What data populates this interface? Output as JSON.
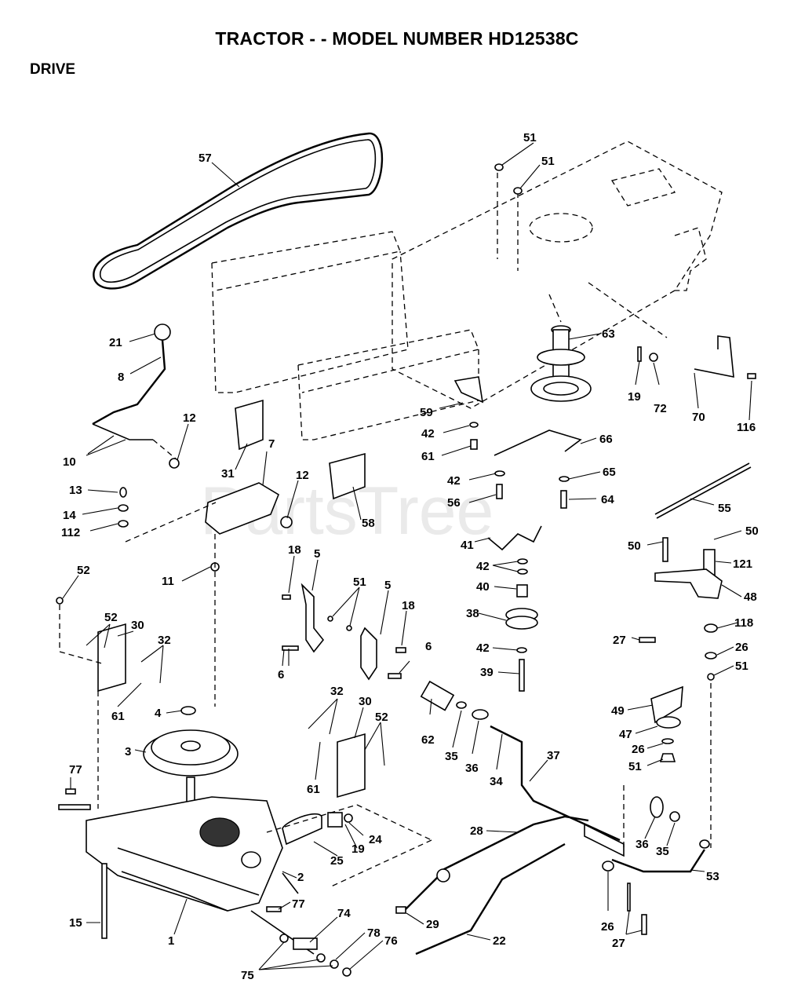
{
  "title": "TRACTOR - - MODEL NUMBER HD12538C",
  "section": "DRIVE",
  "watermark": "PartsTree",
  "callouts": [
    {
      "id": "c51a",
      "label": "51"
    },
    {
      "id": "c51b",
      "label": "51"
    },
    {
      "id": "c57",
      "label": "57"
    },
    {
      "id": "c63",
      "label": "63"
    },
    {
      "id": "c21",
      "label": "21"
    },
    {
      "id": "c8",
      "label": "8"
    },
    {
      "id": "c19a",
      "label": "19"
    },
    {
      "id": "c72",
      "label": "72"
    },
    {
      "id": "c70",
      "label": "70"
    },
    {
      "id": "c116",
      "label": "116"
    },
    {
      "id": "c59",
      "label": "59"
    },
    {
      "id": "c42a",
      "label": "42"
    },
    {
      "id": "c66",
      "label": "66"
    },
    {
      "id": "c61a",
      "label": "61"
    },
    {
      "id": "c12a",
      "label": "12"
    },
    {
      "id": "c10",
      "label": "10"
    },
    {
      "id": "c31",
      "label": "31"
    },
    {
      "id": "c7",
      "label": "7"
    },
    {
      "id": "c12b",
      "label": "12"
    },
    {
      "id": "c42b",
      "label": "42"
    },
    {
      "id": "c65",
      "label": "65"
    },
    {
      "id": "c13",
      "label": "13"
    },
    {
      "id": "c56",
      "label": "56"
    },
    {
      "id": "c64",
      "label": "64"
    },
    {
      "id": "c55",
      "label": "55"
    },
    {
      "id": "c14",
      "label": "14"
    },
    {
      "id": "c58",
      "label": "58"
    },
    {
      "id": "c112",
      "label": "112"
    },
    {
      "id": "c41",
      "label": "41"
    },
    {
      "id": "c50a",
      "label": "50"
    },
    {
      "id": "c50b",
      "label": "50"
    },
    {
      "id": "c18a",
      "label": "18"
    },
    {
      "id": "c5a",
      "label": "5"
    },
    {
      "id": "c52a",
      "label": "52"
    },
    {
      "id": "c42c",
      "label": "42"
    },
    {
      "id": "c121",
      "label": "121"
    },
    {
      "id": "c11",
      "label": "11"
    },
    {
      "id": "c51c",
      "label": "51"
    },
    {
      "id": "c5b",
      "label": "5"
    },
    {
      "id": "c40",
      "label": "40"
    },
    {
      "id": "c48",
      "label": "48"
    },
    {
      "id": "c52b",
      "label": "52"
    },
    {
      "id": "c30a",
      "label": "30"
    },
    {
      "id": "c38",
      "label": "38"
    },
    {
      "id": "c18b",
      "label": "18"
    },
    {
      "id": "c118",
      "label": "118"
    },
    {
      "id": "c32a",
      "label": "32"
    },
    {
      "id": "c27a",
      "label": "27"
    },
    {
      "id": "c42d",
      "label": "42"
    },
    {
      "id": "c6a",
      "label": "6"
    },
    {
      "id": "c26a",
      "label": "26"
    },
    {
      "id": "c6b",
      "label": "6"
    },
    {
      "id": "c39",
      "label": "39"
    },
    {
      "id": "c51d",
      "label": "51"
    },
    {
      "id": "c61b",
      "label": "61"
    },
    {
      "id": "c32b",
      "label": "32"
    },
    {
      "id": "c4",
      "label": "4"
    },
    {
      "id": "c30b",
      "label": "30"
    },
    {
      "id": "c49",
      "label": "49"
    },
    {
      "id": "c62",
      "label": "62"
    },
    {
      "id": "c52c",
      "label": "52"
    },
    {
      "id": "c47",
      "label": "47"
    },
    {
      "id": "c3",
      "label": "3"
    },
    {
      "id": "c35a",
      "label": "35"
    },
    {
      "id": "c36a",
      "label": "36"
    },
    {
      "id": "c34",
      "label": "34"
    },
    {
      "id": "c37",
      "label": "37"
    },
    {
      "id": "c26b",
      "label": "26"
    },
    {
      "id": "c61c",
      "label": "61"
    },
    {
      "id": "c51e",
      "label": "51"
    },
    {
      "id": "c77a",
      "label": "77"
    },
    {
      "id": "c24",
      "label": "24"
    },
    {
      "id": "c28",
      "label": "28"
    },
    {
      "id": "c36b",
      "label": "36"
    },
    {
      "id": "c25",
      "label": "25"
    },
    {
      "id": "c19b",
      "label": "19"
    },
    {
      "id": "c35b",
      "label": "35"
    },
    {
      "id": "c53",
      "label": "53"
    },
    {
      "id": "c2",
      "label": "2"
    },
    {
      "id": "c77b",
      "label": "77"
    },
    {
      "id": "c15",
      "label": "15"
    },
    {
      "id": "c74",
      "label": "74"
    },
    {
      "id": "c29",
      "label": "29"
    },
    {
      "id": "c26c",
      "label": "26"
    },
    {
      "id": "c1",
      "label": "1"
    },
    {
      "id": "c78",
      "label": "78"
    },
    {
      "id": "c22",
      "label": "22"
    },
    {
      "id": "c27b",
      "label": "27"
    },
    {
      "id": "c76",
      "label": "76"
    },
    {
      "id": "c75",
      "label": "75"
    }
  ]
}
